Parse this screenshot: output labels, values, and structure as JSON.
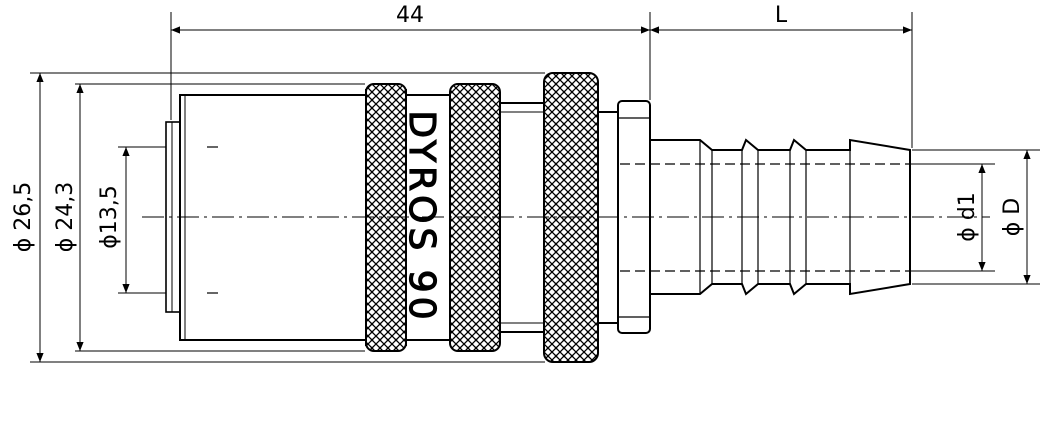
{
  "dimensions": {
    "length_44": "44",
    "length_L": "L",
    "dia_26_5": "ϕ 26,5",
    "dia_24_3": "ϕ 24,3",
    "dia_13_5": "ϕ13,5",
    "dia_d1": "ϕ d1",
    "dia_D": "ϕ D"
  },
  "engraving": "DYROS 90",
  "colors": {
    "line": "#000000",
    "background": "#ffffff"
  }
}
